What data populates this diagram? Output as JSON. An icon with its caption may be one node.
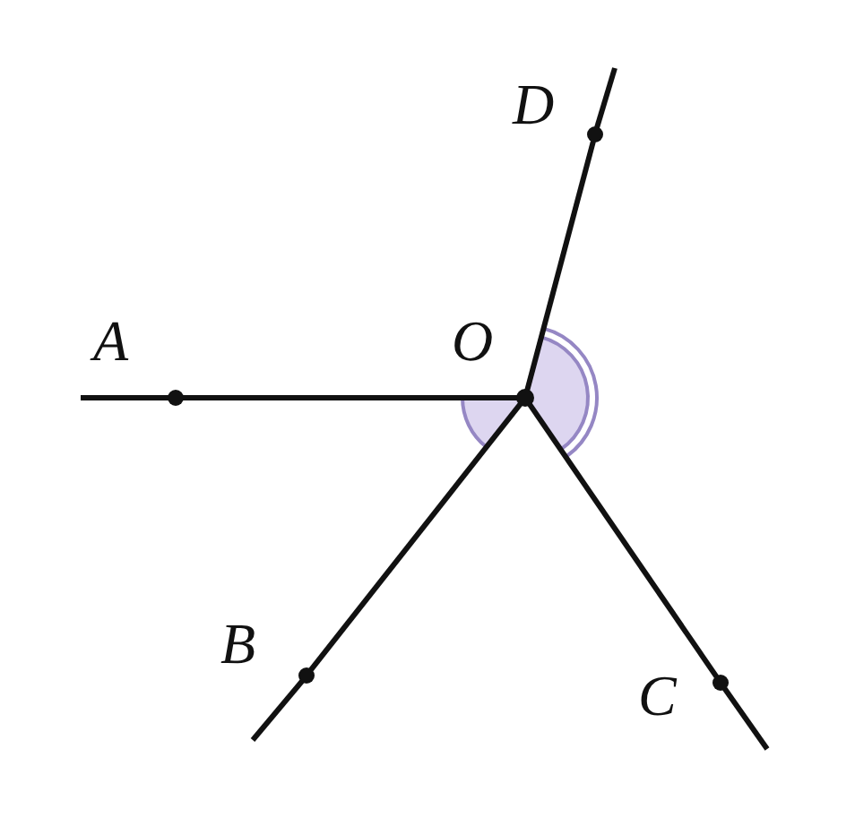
{
  "diagram": {
    "nodes": [
      {
        "text": [],
        "shape": "circle",
        "beside": [
          "O"
        ]
      },
      {
        "text": [],
        "shape": "circle",
        "beside": [
          "A"
        ]
      },
      {
        "text": [],
        "shape": "circle",
        "beside": [
          "B"
        ]
      },
      {
        "text": [],
        "shape": "circle",
        "beside": [
          "C"
        ]
      },
      {
        "text": [],
        "shape": "circle",
        "beside": [
          "D"
        ]
      }
    ],
    "edges": [
      {
        "from": 0,
        "to": 1,
        "arrow": "none"
      },
      {
        "from": 0,
        "to": 2,
        "arrow": "none"
      },
      {
        "from": 0,
        "to": 3,
        "arrow": "none"
      },
      {
        "from": 0,
        "to": 4,
        "arrow": "none"
      }
    ]
  }
}
